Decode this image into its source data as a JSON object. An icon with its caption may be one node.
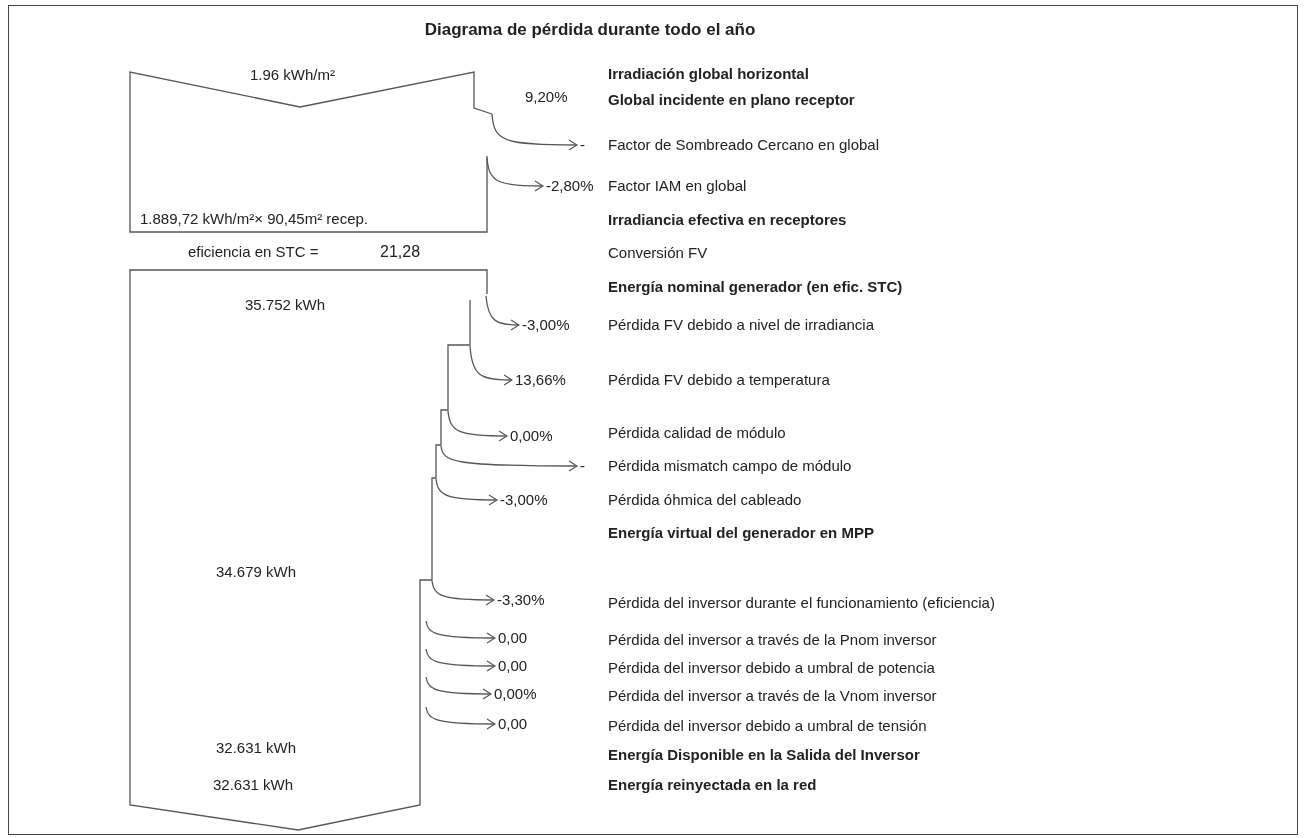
{
  "diagram": {
    "title": "Diagrama de pérdida durante todo el año",
    "nodes": [
      {
        "text": [
          "1.96 kWh/m²",
          "1.889,72 kWh/m²× 90,45m² recep."
        ]
      },
      {
        "text": [
          "35.752 kWh",
          "34.679 kWh",
          "32.631 kWh",
          "32.631 kWh"
        ]
      },
      {
        "text": [
          "-"
        ]
      },
      {
        "text": [
          "-2,80%"
        ]
      },
      {
        "text": [
          "-3,00%"
        ]
      },
      {
        "text": [
          "13,66%"
        ]
      },
      {
        "text": [
          "0,00%"
        ]
      },
      {
        "text": [
          "-"
        ]
      },
      {
        "text": [
          "-3,00%"
        ]
      },
      {
        "text": [
          "-3,30%"
        ]
      },
      {
        "text": [
          "0,00"
        ]
      },
      {
        "text": [
          "0,00"
        ]
      },
      {
        "text": [
          "0,00%"
        ]
      },
      {
        "text": [
          "0,00"
        ]
      }
    ],
    "edges": [
      {
        "from": 0,
        "to": 2,
        "arrow": "to"
      },
      {
        "from": 0,
        "to": 3,
        "arrow": "to"
      },
      {
        "from": 1,
        "to": 4,
        "arrow": "to"
      },
      {
        "from": 1,
        "to": 5,
        "arrow": "to"
      },
      {
        "from": 1,
        "to": 6,
        "arrow": "to"
      },
      {
        "from": 1,
        "to": 7,
        "arrow": "to"
      },
      {
        "from": 1,
        "to": 8,
        "arrow": "to"
      },
      {
        "from": 1,
        "to": 9,
        "arrow": "to"
      },
      {
        "from": 1,
        "to": 10,
        "arrow": "to"
      },
      {
        "from": 1,
        "to": 11,
        "arrow": "to"
      },
      {
        "from": 1,
        "to": 12,
        "arrow": "to"
      },
      {
        "from": 1,
        "to": 13,
        "arrow": "to"
      }
    ],
    "labels": [
      "Irradiación global horizontal",
      "9,20%",
      "Global incidente en plano receptor",
      "Factor de Sombreado Cercano en global",
      "Factor IAM en global",
      "Irradiancia efectiva en receptores",
      "eficiencia en STC =",
      "21,28",
      "Conversión FV",
      "Energía nominal generador (en efic. STC)",
      "Pérdida FV debido a nivel de irradiancia",
      "Pérdida FV debido a temperatura",
      "Pérdida calidad de módulo",
      "Pérdida mismatch campo de módulo",
      "Pérdida óhmica del cableado",
      "Energía virtual del generador en MPP",
      "Pérdida del inversor durante el funcionamiento (eficiencia)",
      "Pérdida del inversor a través de la Pnom inversor",
      "Pérdida del inversor debido a umbral de potencia",
      "Pérdida del inversor a través de la Vnom inversor",
      "Pérdida del inversor debido a umbral de tensión",
      "Energía Disponible en la Salida del Inversor",
      "Energía reinyectada en la red"
    ]
  }
}
